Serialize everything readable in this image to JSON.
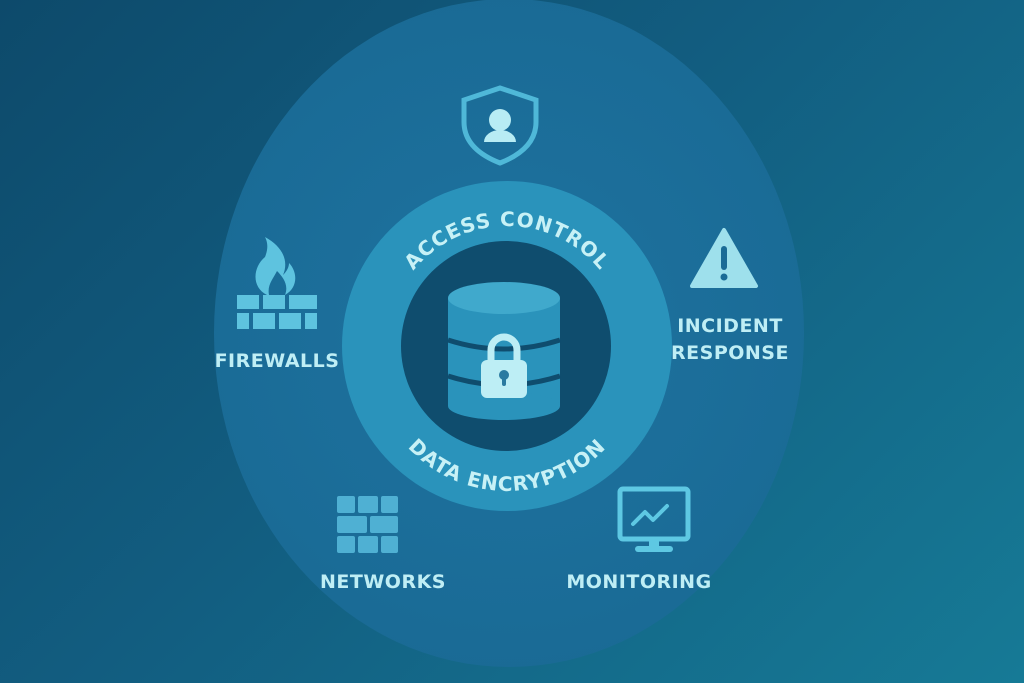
{
  "diagram": {
    "center": {
      "top_label": "ACCESS CONTROL",
      "bottom_label": "DATA ENCRYPTION",
      "icon": "database-lock-icon"
    },
    "items": [
      {
        "label": "FIREWALLS",
        "icon": "firewall-flame-icon"
      },
      {
        "label": "INCIDENT RESPONSE",
        "label_line1": "INCIDENT",
        "label_line2": "RESPONSE",
        "icon": "warning-triangle-icon"
      },
      {
        "label": "NETWORKS",
        "icon": "brick-grid-icon"
      },
      {
        "label": "MONITORING",
        "icon": "monitor-chart-icon"
      },
      {
        "label": "",
        "icon": "shield-user-icon"
      }
    ],
    "colors": {
      "background": "#125d80",
      "outer_circle": "#1a6b96",
      "ring": "#2a93bb",
      "core": "#0f4d6e",
      "icon": "#5ec3df",
      "text": "#bfeef5"
    }
  }
}
